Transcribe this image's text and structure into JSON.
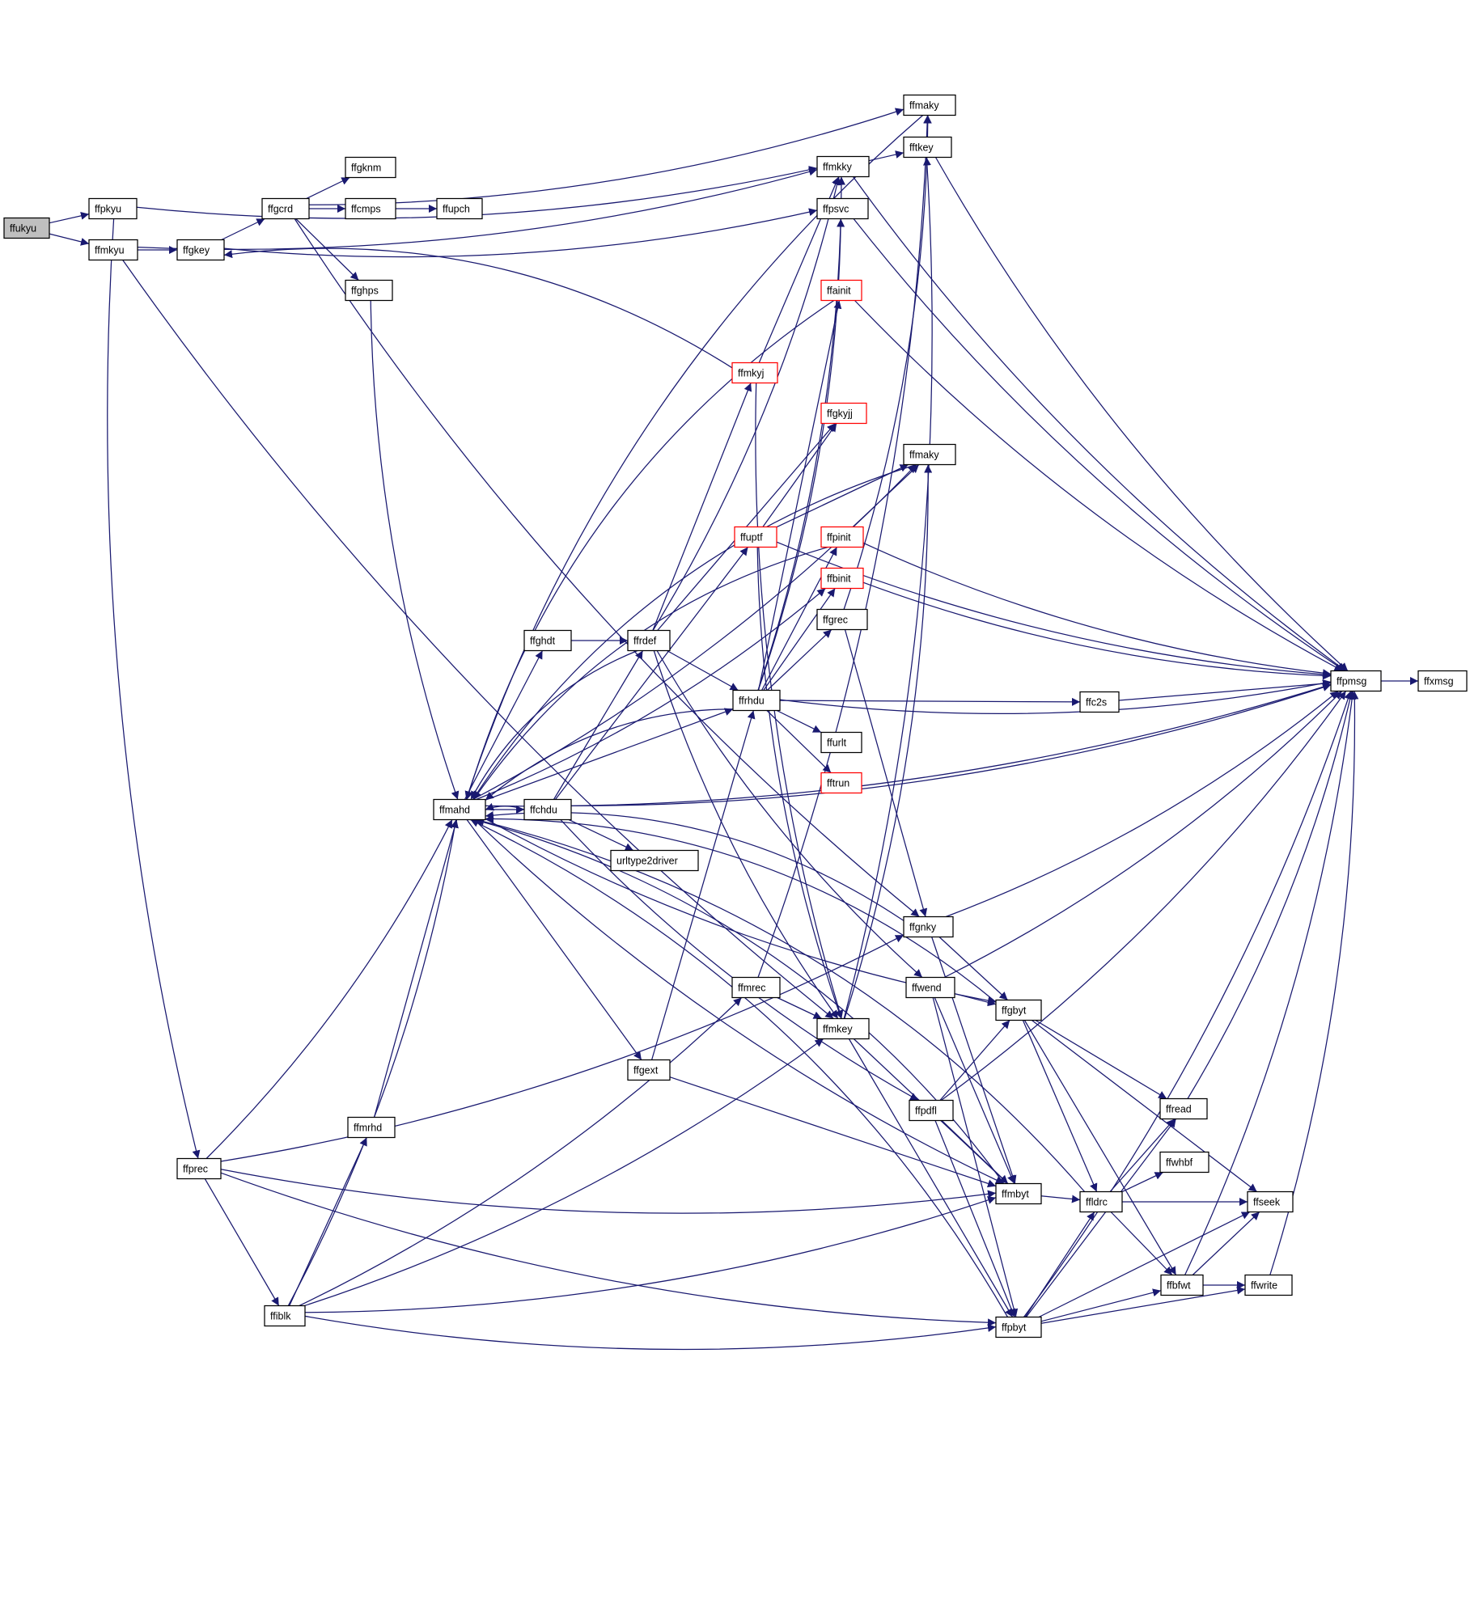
{
  "graph": {
    "colors": {
      "edge": "#191970",
      "node_border": "#000000",
      "node_border_truncated": "#ff0000",
      "node_fill": "#ffffff",
      "root_fill": "#bfbfbf"
    },
    "nodes": [
      {
        "id": "ffukyu",
        "label": "ffukyu",
        "root": true
      },
      {
        "id": "ffpkyu",
        "label": "ffpkyu"
      },
      {
        "id": "ffmkyu",
        "label": "ffmkyu"
      },
      {
        "id": "ffgkey",
        "label": "ffgkey"
      },
      {
        "id": "ffgcrd",
        "label": "ffgcrd"
      },
      {
        "id": "ffgknm",
        "label": "ffgknm"
      },
      {
        "id": "ffcmps",
        "label": "ffcmps"
      },
      {
        "id": "ffupch",
        "label": "ffupch"
      },
      {
        "id": "ffghps",
        "label": "ffghps"
      },
      {
        "id": "ffmaky_top",
        "label": "ffmaky"
      },
      {
        "id": "fftkey",
        "label": "fftkey"
      },
      {
        "id": "ffmkky",
        "label": "ffmkky"
      },
      {
        "id": "ffpsvc",
        "label": "ffpsvc"
      },
      {
        "id": "ffainit",
        "label": "ffainit",
        "truncated": true
      },
      {
        "id": "ffmkyj",
        "label": "ffmkyj",
        "truncated": true
      },
      {
        "id": "ffgkyjj",
        "label": "ffgkyjj",
        "truncated": true
      },
      {
        "id": "ffmaky_mid",
        "label": "ffmaky"
      },
      {
        "id": "ffuptf",
        "label": "ffuptf",
        "truncated": true
      },
      {
        "id": "ffpinit",
        "label": "ffpinit",
        "truncated": true
      },
      {
        "id": "ffbinit",
        "label": "ffbinit",
        "truncated": true
      },
      {
        "id": "ffgrec",
        "label": "ffgrec"
      },
      {
        "id": "ffghdt",
        "label": "ffghdt"
      },
      {
        "id": "ffrdef",
        "label": "ffrdef"
      },
      {
        "id": "ffrhdu",
        "label": "ffrhdu"
      },
      {
        "id": "ffc2s",
        "label": "ffc2s"
      },
      {
        "id": "ffpmsg",
        "label": "ffpmsg"
      },
      {
        "id": "ffxmsg",
        "label": "ffxmsg"
      },
      {
        "id": "ffurlt",
        "label": "ffurlt"
      },
      {
        "id": "fftrun",
        "label": "fftrun",
        "truncated": true
      },
      {
        "id": "ffmahd",
        "label": "ffmahd"
      },
      {
        "id": "ffchdu",
        "label": "ffchdu"
      },
      {
        "id": "urltype2driver",
        "label": "urltype2driver"
      },
      {
        "id": "ffgnky",
        "label": "ffgnky"
      },
      {
        "id": "ffmrec",
        "label": "ffmrec"
      },
      {
        "id": "ffwend",
        "label": "ffwend"
      },
      {
        "id": "ffgbyt",
        "label": "ffgbyt"
      },
      {
        "id": "ffmkey",
        "label": "ffmkey"
      },
      {
        "id": "ffgext",
        "label": "ffgext"
      },
      {
        "id": "ffpdfl",
        "label": "ffpdfl"
      },
      {
        "id": "ffread",
        "label": "ffread"
      },
      {
        "id": "ffmrhd",
        "label": "ffmrhd"
      },
      {
        "id": "ffwhbf",
        "label": "ffwhbf"
      },
      {
        "id": "ffprec",
        "label": "ffprec"
      },
      {
        "id": "ffmbyt",
        "label": "ffmbyt"
      },
      {
        "id": "ffldrc",
        "label": "ffldrc"
      },
      {
        "id": "ffseek",
        "label": "ffseek"
      },
      {
        "id": "ffbfwt",
        "label": "ffbfwt"
      },
      {
        "id": "ffwrite",
        "label": "ffwrite"
      },
      {
        "id": "ffiblk",
        "label": "ffiblk"
      },
      {
        "id": "ffpbyt",
        "label": "ffpbyt"
      }
    ],
    "edges": [
      {
        "from": "ffukyu",
        "to": "ffpkyu"
      },
      {
        "from": "ffukyu",
        "to": "ffmkyu"
      },
      {
        "from": "ffpkyu",
        "to": "ffmkky"
      },
      {
        "from": "ffpkyu",
        "to": "ffprec"
      },
      {
        "from": "ffmkyu",
        "to": "ffgkey"
      },
      {
        "from": "ffmkyu",
        "to": "ffmkky"
      },
      {
        "from": "ffmkyu",
        "to": "ffmkey"
      },
      {
        "from": "ffgkey",
        "to": "ffgcrd"
      },
      {
        "from": "ffgkey",
        "to": "ffpsvc"
      },
      {
        "from": "ffgcrd",
        "to": "ffgknm"
      },
      {
        "from": "ffgcrd",
        "to": "ffcmps"
      },
      {
        "from": "ffgcrd",
        "to": "ffghps"
      },
      {
        "from": "ffgcrd",
        "to": "ffmaky_top"
      },
      {
        "from": "ffgcrd",
        "to": "ffgnky"
      },
      {
        "from": "ffcmps",
        "to": "ffupch"
      },
      {
        "from": "ffghps",
        "to": "ffmahd"
      },
      {
        "from": "ffmaky_top",
        "to": "ffmahd"
      },
      {
        "from": "fftkey",
        "to": "ffpmsg"
      },
      {
        "from": "ffmkky",
        "to": "fftkey"
      },
      {
        "from": "ffmkky",
        "to": "ffpmsg"
      },
      {
        "from": "ffpsvc",
        "to": "ffpmsg"
      },
      {
        "from": "ffainit",
        "to": "ffmahd"
      },
      {
        "from": "ffainit",
        "to": "ffpmsg"
      },
      {
        "from": "ffmkyj",
        "to": "ffgkey"
      },
      {
        "from": "ffmkyj",
        "to": "ffmkky"
      },
      {
        "from": "ffmkyj",
        "to": "ffmkey"
      },
      {
        "from": "ffmaky_mid",
        "to": "ffmahd"
      },
      {
        "from": "ffuptf",
        "to": "ffgkyjj"
      },
      {
        "from": "ffuptf",
        "to": "ffmaky_mid"
      },
      {
        "from": "ffuptf",
        "to": "ffmkey"
      },
      {
        "from": "ffuptf",
        "to": "ffpmsg"
      },
      {
        "from": "ffpinit",
        "to": "ffmahd"
      },
      {
        "from": "ffpinit",
        "to": "ffmaky_mid"
      },
      {
        "from": "ffpinit",
        "to": "ffpmsg"
      },
      {
        "from": "ffbinit",
        "to": "ffpmsg"
      },
      {
        "from": "ffgrec",
        "to": "ffmaky_top"
      },
      {
        "from": "ffgrec",
        "to": "ffgnky"
      },
      {
        "from": "ffghdt",
        "to": "ffrdef"
      },
      {
        "from": "ffrdef",
        "to": "ffmahd"
      },
      {
        "from": "ffrdef",
        "to": "ffmkyj"
      },
      {
        "from": "ffrdef",
        "to": "ffgkyjj"
      },
      {
        "from": "ffrdef",
        "to": "ffmkky"
      },
      {
        "from": "ffrdef",
        "to": "ffrhdu"
      },
      {
        "from": "ffrdef",
        "to": "ffwend"
      },
      {
        "from": "ffrdef",
        "to": "ffmkey"
      },
      {
        "from": "ffrhdu",
        "to": "ffmahd"
      },
      {
        "from": "ffrhdu",
        "to": "ffpsvc"
      },
      {
        "from": "ffrhdu",
        "to": "ffainit"
      },
      {
        "from": "ffrhdu",
        "to": "ffpinit"
      },
      {
        "from": "ffrhdu",
        "to": "ffbinit"
      },
      {
        "from": "ffrhdu",
        "to": "ffgrec"
      },
      {
        "from": "ffrhdu",
        "to": "ffc2s"
      },
      {
        "from": "ffrhdu",
        "to": "ffpmsg"
      },
      {
        "from": "ffrhdu",
        "to": "ffurlt"
      },
      {
        "from": "ffrhdu",
        "to": "fftrun"
      },
      {
        "from": "ffrhdu",
        "to": "ffmkky"
      },
      {
        "from": "ffc2s",
        "to": "ffpmsg"
      },
      {
        "from": "ffpmsg",
        "to": "ffxmsg"
      },
      {
        "from": "ffmahd",
        "to": "ffchdu"
      },
      {
        "from": "ffmahd",
        "to": "ffghdt"
      },
      {
        "from": "ffmahd",
        "to": "ffrhdu"
      },
      {
        "from": "ffmahd",
        "to": "ffgext"
      },
      {
        "from": "ffmahd",
        "to": "ffmbyt"
      },
      {
        "from": "ffmahd",
        "to": "ffgbyt"
      },
      {
        "from": "ffmahd",
        "to": "ffmaky_mid"
      },
      {
        "from": "ffmahd",
        "to": "ffbinit"
      },
      {
        "from": "ffmahd",
        "to": "ffpmsg"
      },
      {
        "from": "ffchdu",
        "to": "ffmahd"
      },
      {
        "from": "ffchdu",
        "to": "ffrdef"
      },
      {
        "from": "ffchdu",
        "to": "ffuptf"
      },
      {
        "from": "ffchdu",
        "to": "urltype2driver"
      },
      {
        "from": "ffchdu",
        "to": "ffpdfl"
      },
      {
        "from": "ffchdu",
        "to": "ffpmsg"
      },
      {
        "from": "ffgnky",
        "to": "ffmahd"
      },
      {
        "from": "ffgnky",
        "to": "ffgbyt"
      },
      {
        "from": "ffgnky",
        "to": "ffmbyt"
      },
      {
        "from": "ffgnky",
        "to": "ffpmsg"
      },
      {
        "from": "ffmrec",
        "to": "ffmkey"
      },
      {
        "from": "ffmrec",
        "to": "ffmaky_top"
      },
      {
        "from": "ffwend",
        "to": "ffgbyt"
      },
      {
        "from": "ffwend",
        "to": "ffmbyt"
      },
      {
        "from": "ffwend",
        "to": "ffpbyt"
      },
      {
        "from": "ffwend",
        "to": "ffpmsg"
      },
      {
        "from": "ffgbyt",
        "to": "ffmahd"
      },
      {
        "from": "ffgbyt",
        "to": "ffread"
      },
      {
        "from": "ffgbyt",
        "to": "ffseek"
      },
      {
        "from": "ffgbyt",
        "to": "ffldrc"
      },
      {
        "from": "ffgbyt",
        "to": "ffbfwt"
      },
      {
        "from": "ffmkey",
        "to": "fftkey"
      },
      {
        "from": "ffmkey",
        "to": "ffmaky_mid"
      },
      {
        "from": "ffmkey",
        "to": "ffmbyt"
      },
      {
        "from": "ffmkey",
        "to": "ffpbyt"
      },
      {
        "from": "ffgext",
        "to": "ffrhdu"
      },
      {
        "from": "ffgext",
        "to": "ffmbyt"
      },
      {
        "from": "ffpdfl",
        "to": "ffgbyt"
      },
      {
        "from": "ffpdfl",
        "to": "ffmbyt"
      },
      {
        "from": "ffpdfl",
        "to": "ffpbyt"
      },
      {
        "from": "ffpdfl",
        "to": "ffpmsg"
      },
      {
        "from": "ffread",
        "to": "ffpmsg"
      },
      {
        "from": "ffmrhd",
        "to": "ffmahd"
      },
      {
        "from": "ffprec",
        "to": "ffmahd"
      },
      {
        "from": "ffprec",
        "to": "ffiblk"
      },
      {
        "from": "ffprec",
        "to": "ffmbyt"
      },
      {
        "from": "ffprec",
        "to": "ffpbyt"
      },
      {
        "from": "ffprec",
        "to": "ffgnky"
      },
      {
        "from": "ffmbyt",
        "to": "ffldrc"
      },
      {
        "from": "ffmbyt",
        "to": "ffmahd"
      },
      {
        "from": "ffldrc",
        "to": "ffread"
      },
      {
        "from": "ffldrc",
        "to": "ffwhbf"
      },
      {
        "from": "ffldrc",
        "to": "ffseek"
      },
      {
        "from": "ffldrc",
        "to": "ffbfwt"
      },
      {
        "from": "ffldrc",
        "to": "ffmahd"
      },
      {
        "from": "ffbfwt",
        "to": "ffseek"
      },
      {
        "from": "ffbfwt",
        "to": "ffwrite"
      },
      {
        "from": "ffbfwt",
        "to": "ffpmsg"
      },
      {
        "from": "ffwrite",
        "to": "ffpmsg"
      },
      {
        "from": "ffiblk",
        "to": "ffmrhd"
      },
      {
        "from": "ffiblk",
        "to": "ffmahd"
      },
      {
        "from": "ffiblk",
        "to": "ffmrec"
      },
      {
        "from": "ffiblk",
        "to": "ffmbyt"
      },
      {
        "from": "ffiblk",
        "to": "ffpbyt"
      },
      {
        "from": "ffiblk",
        "to": "ffmkey"
      },
      {
        "from": "ffpbyt",
        "to": "ffmahd"
      },
      {
        "from": "ffpbyt",
        "to": "ffread"
      },
      {
        "from": "ffpbyt",
        "to": "ffldrc"
      },
      {
        "from": "ffpbyt",
        "to": "ffseek"
      },
      {
        "from": "ffpbyt",
        "to": "ffbfwt"
      },
      {
        "from": "ffpbyt",
        "to": "ffwrite"
      },
      {
        "from": "ffpbyt",
        "to": "ffpmsg"
      }
    ]
  }
}
